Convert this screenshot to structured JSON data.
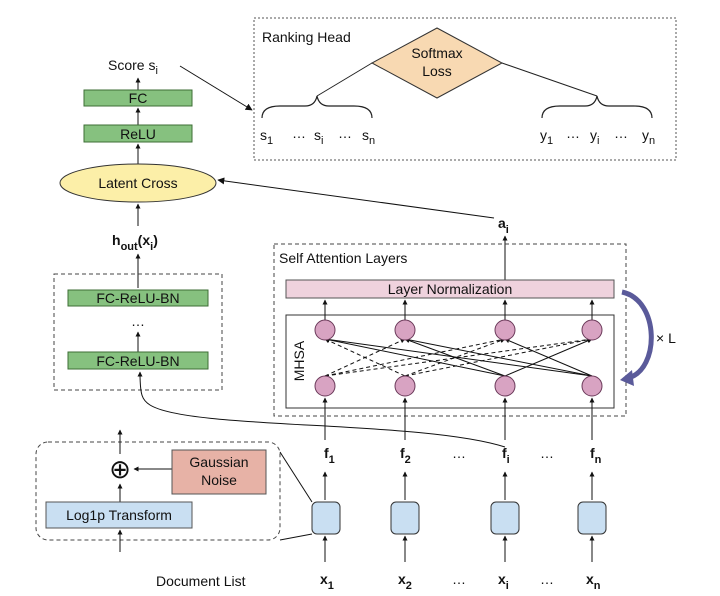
{
  "ranking_head": {
    "title": "Ranking Head",
    "loss_line1": "Softmax",
    "loss_line2": "Loss",
    "scores": [
      "s",
      "…",
      "s",
      "…",
      "s"
    ],
    "scores_sub": [
      "1",
      "i",
      "n"
    ],
    "labels": [
      "y",
      "…",
      "y",
      "…",
      "y"
    ],
    "labels_sub": [
      "1",
      "i",
      "n"
    ]
  },
  "tower": {
    "score_label": "Score s",
    "score_sub": "i",
    "fc": "FC",
    "relu": "ReLU",
    "latent_cross": "Latent Cross",
    "hout_main": "h",
    "hout_sub": "out",
    "hout_arg": "(x",
    "hout_arg_sub": "i",
    "hout_close": ")",
    "fc_relu_bn_top": "FC-ReLU-BN",
    "dots": "…",
    "fc_relu_bn_bottom": "FC-ReLU-BN"
  },
  "attention": {
    "title": "Self Attention Layers",
    "layer_norm": "Layer Normalization",
    "mhsa": "MHSA",
    "repeat": "× L",
    "output": "a",
    "output_sub": "i"
  },
  "features": {
    "names": [
      "f",
      "f",
      "…",
      "f",
      "…",
      "f"
    ],
    "subs": [
      "1",
      "2",
      "i",
      "n"
    ]
  },
  "preprocess": {
    "noise_line1": "Gaussian",
    "noise_line2": "Noise",
    "transform": "Log1p Transform",
    "plus": "⊕"
  },
  "documents": {
    "label": "Document List",
    "names": [
      "x",
      "x",
      "…",
      "x",
      "…",
      "x"
    ],
    "subs": [
      "1",
      "2",
      "i",
      "n"
    ]
  },
  "colors": {
    "green": "#86c17f",
    "green_border": "#3d6e36",
    "latent_fill": "#fcefa8",
    "loss_fill": "#f8d9b2",
    "norm_fill": "#efd2dd",
    "node_fill": "#d8a3c2",
    "input_fill": "#c9dff2",
    "transform_fill": "#c9dff2",
    "noise_fill": "#e7b2a6"
  }
}
